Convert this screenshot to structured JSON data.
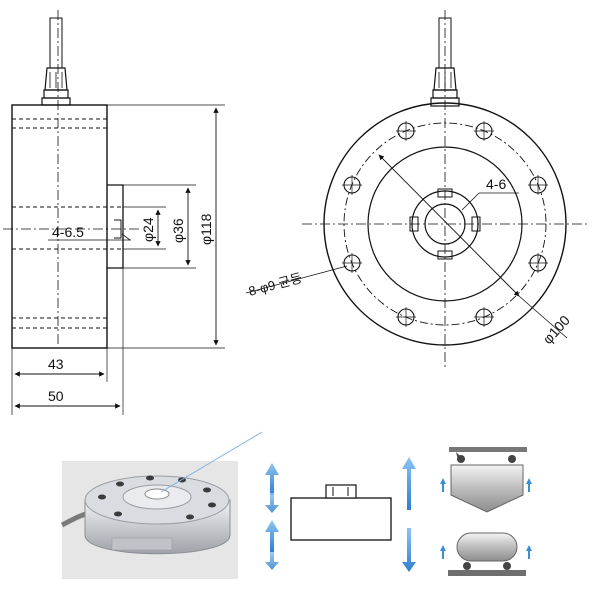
{
  "side_view": {
    "dim_43": "43",
    "dim_50": "50",
    "dim_phi118": "φ118",
    "dim_phi36": "φ36",
    "dim_phi24": "φ24",
    "dim_4_6_5": "4-6.5"
  },
  "front_view": {
    "dim_4_6": "4-6",
    "dim_8_holes": "8-φ9 균등",
    "dim_phi100": "φ100"
  },
  "colors": {
    "line": "#111111",
    "arrow": "#3a8fd6",
    "photo_bg": "#e6e6e6",
    "metal": "#c9ccd1",
    "callout": "#7fb3e3"
  }
}
